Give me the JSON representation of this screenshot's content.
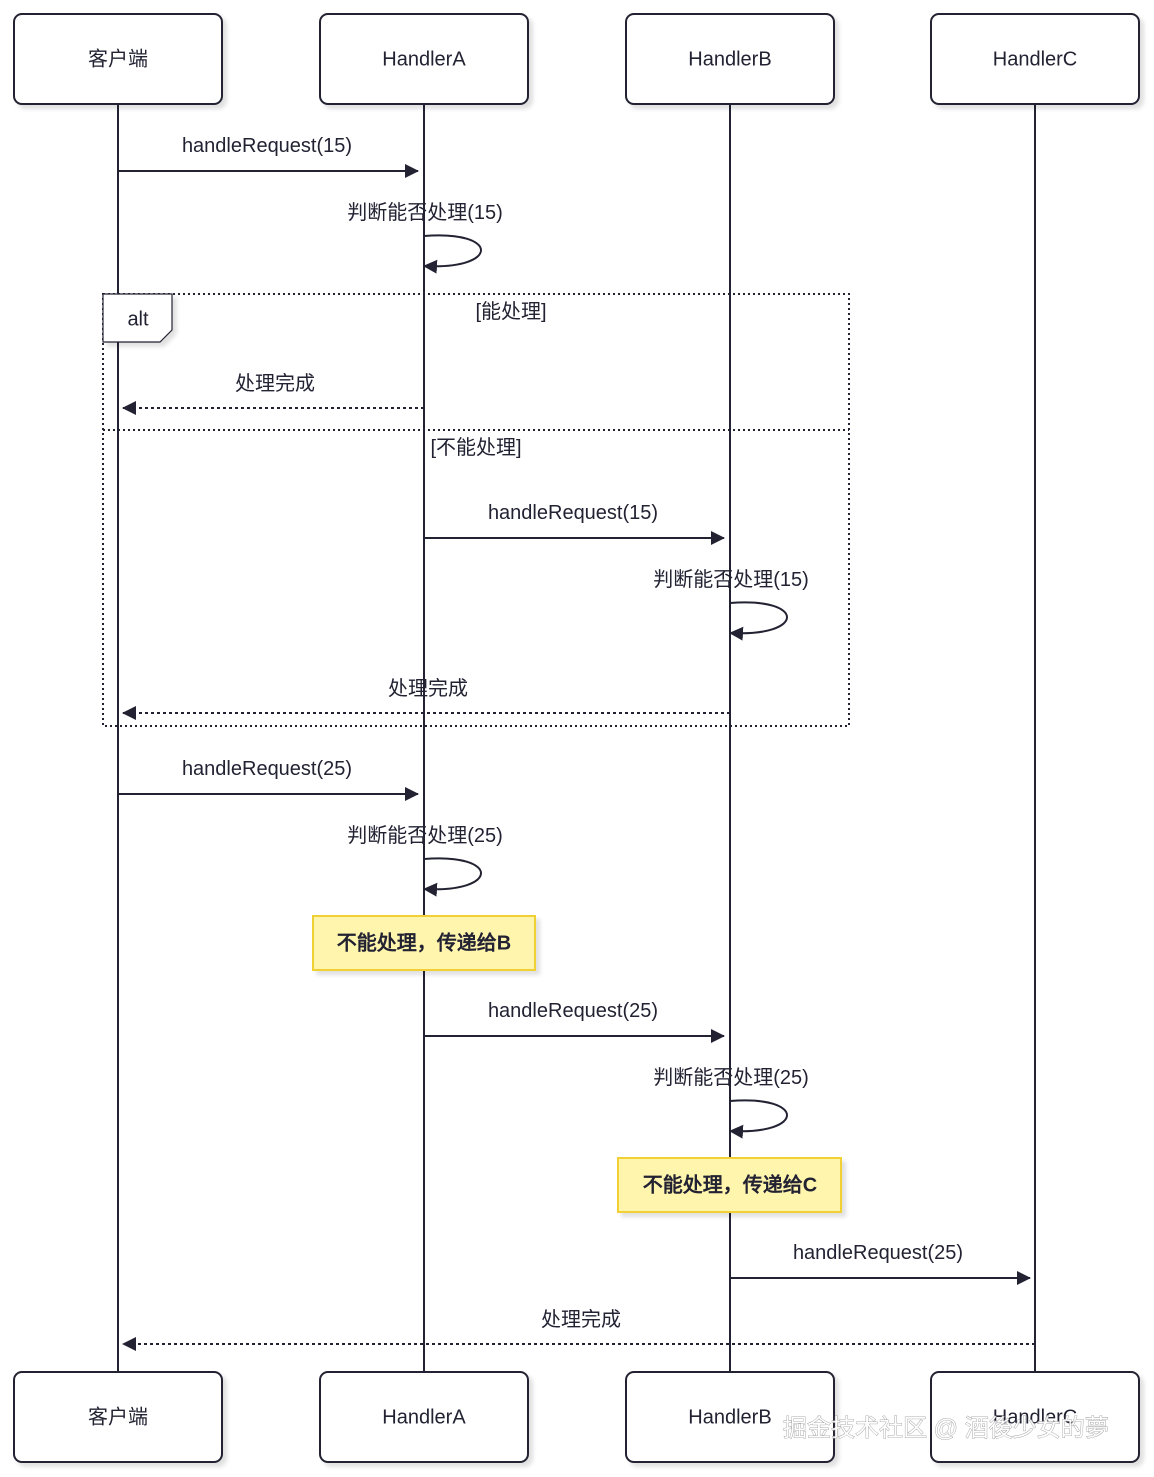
{
  "participants": [
    {
      "id": "client",
      "label": "客户端"
    },
    {
      "id": "handlerA",
      "label": "HandlerA"
    },
    {
      "id": "handlerB",
      "label": "HandlerB"
    },
    {
      "id": "handlerC",
      "label": "HandlerC"
    }
  ],
  "colors": {
    "line": "#222233",
    "note_fill": "#fff5ad",
    "note_border": "#f0d030",
    "box_fill": "#ffffff",
    "frame": "#222233"
  },
  "messages": [
    {
      "from": "client",
      "to": "handlerA",
      "label": "handleRequest(15)",
      "style": "solid"
    },
    {
      "from": "handlerA",
      "to": "handlerA",
      "label": "判断能否处理(15)",
      "style": "self"
    },
    {
      "from": "handlerA",
      "to": "client",
      "label": "处理完成",
      "style": "dashed"
    },
    {
      "from": "handlerA",
      "to": "handlerB",
      "label": "handleRequest(15)",
      "style": "solid"
    },
    {
      "from": "handlerB",
      "to": "handlerB",
      "label": "判断能否处理(15)",
      "style": "self"
    },
    {
      "from": "handlerB",
      "to": "client",
      "label": "处理完成",
      "style": "dashed"
    },
    {
      "from": "client",
      "to": "handlerA",
      "label": "handleRequest(25)",
      "style": "solid"
    },
    {
      "from": "handlerA",
      "to": "handlerA",
      "label": "判断能否处理(25)",
      "style": "self"
    },
    {
      "from": "handlerA",
      "to": "handlerB",
      "label": "handleRequest(25)",
      "style": "solid"
    },
    {
      "from": "handlerB",
      "to": "handlerB",
      "label": "判断能否处理(25)",
      "style": "self"
    },
    {
      "from": "handlerB",
      "to": "handlerC",
      "label": "handleRequest(25)",
      "style": "solid"
    },
    {
      "from": "handlerC",
      "to": "client",
      "label": "处理完成",
      "style": "dashed"
    }
  ],
  "notes": [
    {
      "over": "handlerA",
      "label": "不能处理，传递给B"
    },
    {
      "over": "handlerB",
      "label": "不能处理，传递给C"
    }
  ],
  "alt_frame": {
    "keyword": "alt",
    "conditions": [
      "[能处理]",
      "[不能处理]"
    ]
  },
  "watermark": "掘金技术社区 @ 酒後少女的夢"
}
